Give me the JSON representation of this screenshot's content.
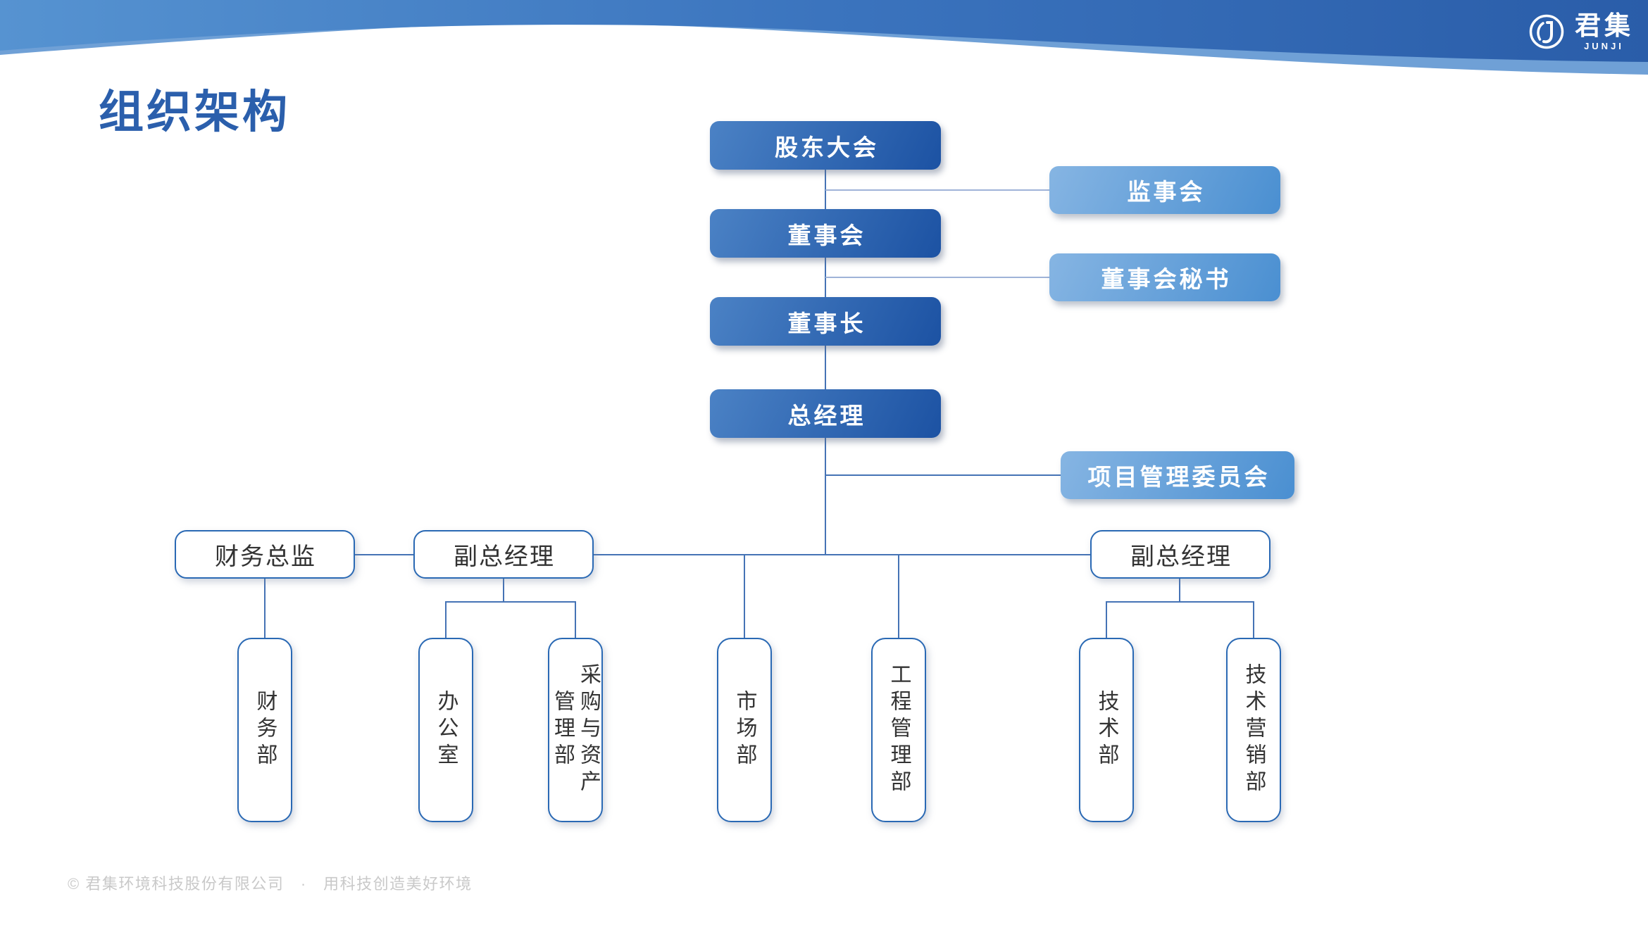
{
  "page": {
    "title": "组织架构"
  },
  "brand": {
    "name_cn": "君集",
    "name_en": "JUNJI"
  },
  "colors": {
    "header_gradient_start": "#5693D1",
    "header_gradient_end": "#2A5DA9",
    "header_wave_light": "#6FA0D6",
    "dark_box_gradient_start": "#4B82C5",
    "dark_box_gradient_end": "#1C52A3",
    "light_box_gradient_start": "#86B5E3",
    "light_box_gradient_end": "#4A8FD1",
    "white_box_border": "#2A69B4",
    "connector": "#4573B5",
    "connector_light": "#9FB3D8",
    "title_text": "#2B5FAC",
    "footer_text": "#C9C9C9"
  },
  "nodes": {
    "shareholders": {
      "label": "股东大会"
    },
    "board": {
      "label": "董事会"
    },
    "chairman": {
      "label": "董事长"
    },
    "gm": {
      "label": "总经理"
    },
    "supervisory": {
      "label": "监事会"
    },
    "board_secretary": {
      "label": "董事会秘书"
    },
    "pmc": {
      "label": "项目管理委员会"
    },
    "cfo": {
      "label": "财务总监"
    },
    "vgm_left": {
      "label": "副总经理"
    },
    "vgm_right": {
      "label": "副总经理"
    },
    "finance_dept": {
      "label": "财务部"
    },
    "office": {
      "label": "办公室"
    },
    "procurement_dept": {
      "label": "采购与资产管理部"
    },
    "marketing_dept": {
      "label": "市场部"
    },
    "engineering_dept": {
      "label": "工程管理部"
    },
    "tech_dept": {
      "label": "技术部"
    },
    "tech_marketing_dept": {
      "label": "技术营销部"
    }
  },
  "hierarchy": {
    "main_chain": [
      "股东大会",
      "董事会",
      "董事长",
      "总经理"
    ],
    "side_attachments": [
      {
        "parent": "股东大会",
        "child": "监事会"
      },
      {
        "parent": "董事会",
        "child": "董事会秘书"
      },
      {
        "parent": "总经理",
        "child": "项目管理委员会"
      }
    ],
    "management_row": [
      "财务总监",
      "副总经理",
      "副总经理"
    ],
    "department_groups": [
      {
        "parent": "财务总监",
        "children": [
          "财务部"
        ]
      },
      {
        "parent": "副总经理",
        "children": [
          "办公室",
          "采购与资产管理部"
        ]
      },
      {
        "parent": "总经理",
        "children": [
          "市场部",
          "工程管理部"
        ]
      },
      {
        "parent": "副总经理",
        "children": [
          "技术部",
          "技术营销部"
        ]
      }
    ]
  },
  "footer": {
    "text": "©  君集环境科技股份有限公司　·　用科技创造美好环境"
  }
}
